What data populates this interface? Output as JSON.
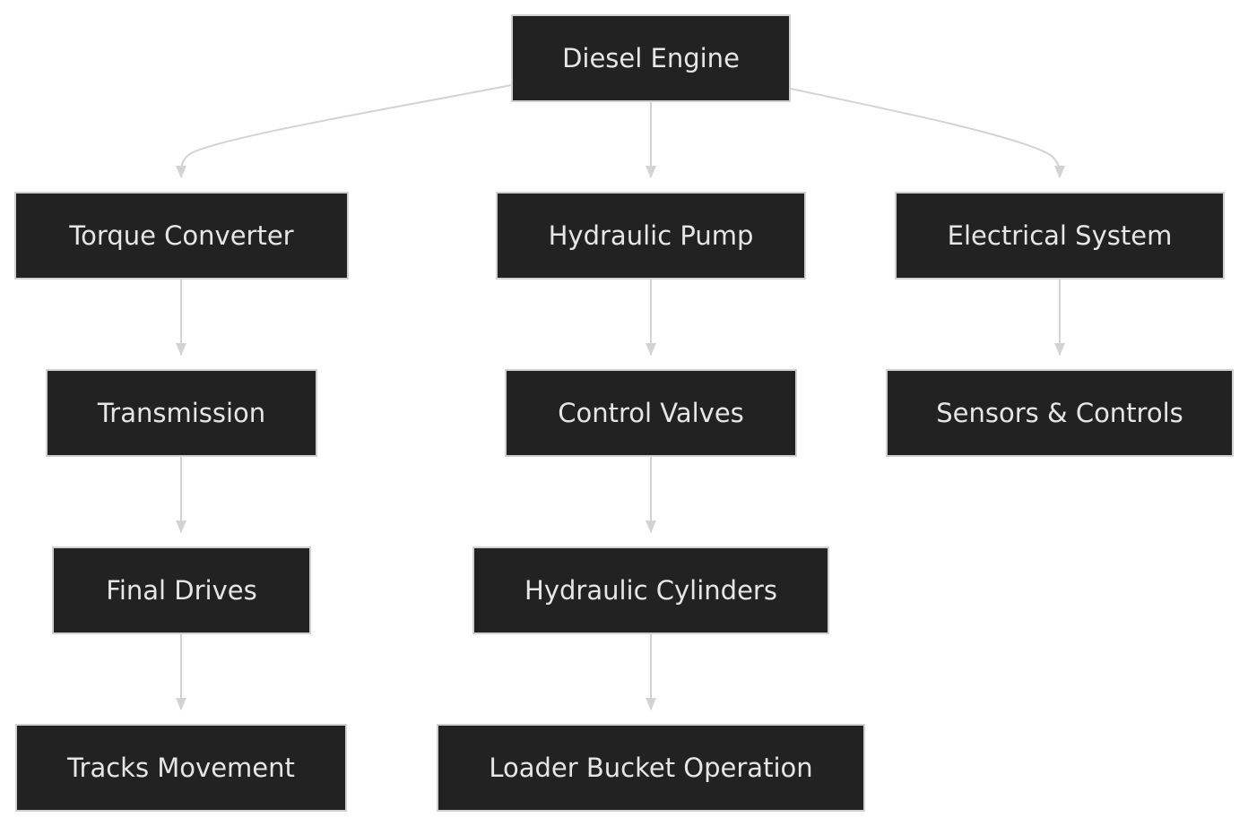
{
  "nodes": {
    "engine": "Diesel Engine",
    "torque": "Torque Converter",
    "pump": "Hydraulic Pump",
    "electrical": "Electrical System",
    "transmission": "Transmission",
    "valves": "Control Valves",
    "sensors": "Sensors & Controls",
    "finaldrives": "Final Drives",
    "cylinders": "Hydraulic Cylinders",
    "tracks": "Tracks Movement",
    "bucket": "Loader Bucket Operation"
  },
  "edges": [
    [
      "engine",
      "torque"
    ],
    [
      "engine",
      "pump"
    ],
    [
      "engine",
      "electrical"
    ],
    [
      "torque",
      "transmission"
    ],
    [
      "transmission",
      "finaldrives"
    ],
    [
      "finaldrives",
      "tracks"
    ],
    [
      "pump",
      "valves"
    ],
    [
      "valves",
      "cylinders"
    ],
    [
      "cylinders",
      "bucket"
    ],
    [
      "electrical",
      "sensors"
    ]
  ],
  "colors": {
    "node_fill": "#212221",
    "node_border": "#d0d0d0",
    "node_text": "#e6e6e6",
    "edge": "#d3d3d3"
  }
}
